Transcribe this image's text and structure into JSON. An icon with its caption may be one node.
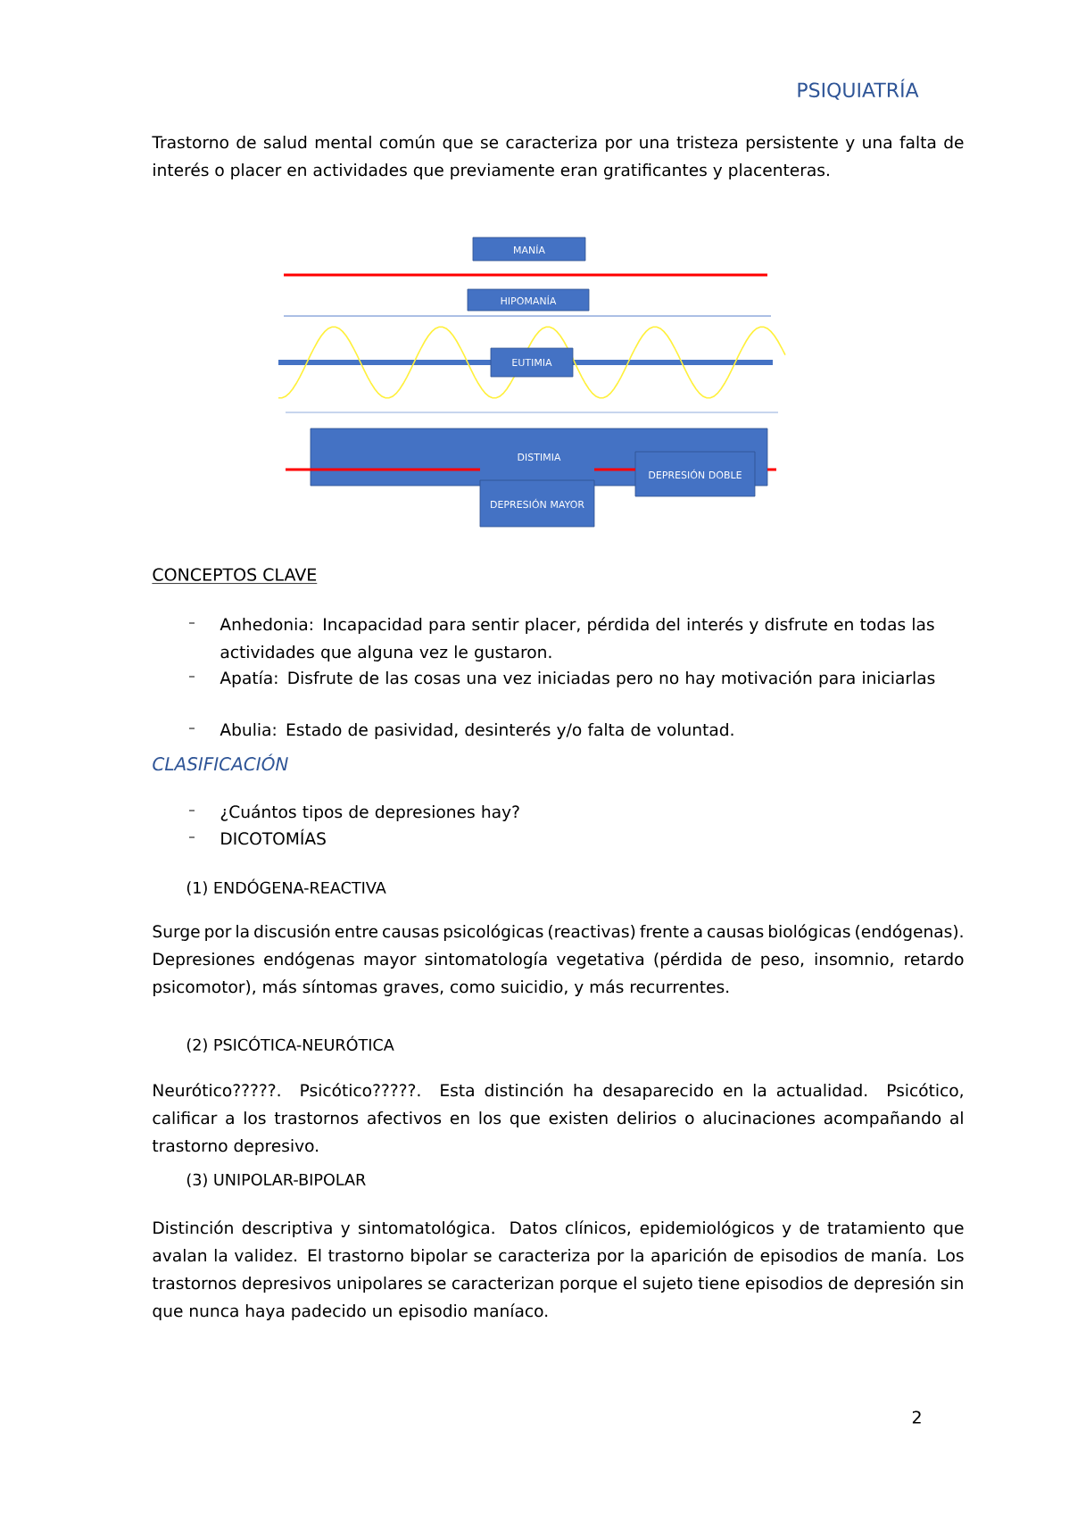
{
  "diagram": {
    "nodes": [
      {
        "text": [
          "MANÍA"
        ]
      },
      {
        "text": [
          "HIPOMANÍA"
        ]
      },
      {
        "text": [
          "EUTIMIA"
        ]
      },
      {
        "text": [
          "DISTIMIA"
        ]
      },
      {
        "text": [
          "DEPRESIÓN MAYOR"
        ]
      },
      {
        "text": [
          "DEPRESIÓN DOBLE"
        ]
      }
    ],
    "labels": [
      "PSIQUIATRÍA",
      "Trastorno de salud mental común que se caracteriza por una tristeza persistente y una falta de interés o placer en actividades que previamente eran gratificantes y placenteras.",
      "CONCEPTOS CLAVE",
      "Anhedonia: Incapacidad para sentir placer, pérdida del interés y disfrute en todas las actividades que alguna vez le gustaron.",
      "Apatía: Disfrute de las cosas una vez iniciadas pero no hay motivación para iniciarlas",
      "Abulia: Estado de pasividad, desinterés y/o falta de voluntad.",
      "CLASIFICACIÓN",
      "¿Cuántos tipos de depresiones hay?",
      "DICOTOMÍAS",
      "(1) ENDÓGENA-REACTIVA",
      "Surge por la discusión entre causas psicológicas (reactivas) frente a causas biológicas (endógenas). Depresiones endógenas mayor sintomatología vegetativa (pérdida de peso, insomnio, retardo psicomotor), más síntomas graves, como suicidio, y más recurrentes.",
      "(2) PSICÓTICA-NEURÓTICA",
      "Neurótico?????. Psicótico?????. Esta distinción ha desaparecido en la actualidad. Psicótico, calificar a los trastornos afectivos en los que existen delirios o alucinaciones acompañando al trastorno depresivo.",
      "(3) UNIPOLAR-BIPOLAR",
      "Distinción descriptiva y sintomatológica. Datos clínicos, epidemiológicos y de tratamiento que avalan la validez. El trastorno bipolar se caracteriza por la aparición de episodios de manía. Los trastornos depresivos unipolares se caracterizan porque el sujeto tiene episodios de depresión sin que nunca haya padecido un episodio maníaco.",
      "2"
    ]
  }
}
